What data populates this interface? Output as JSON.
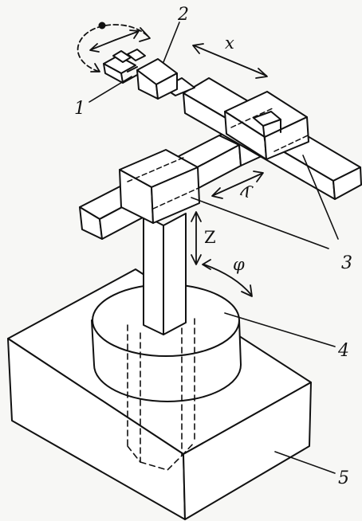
{
  "callouts": {
    "gripper": "1",
    "wrist": "2",
    "slides": "3",
    "turntable": "4",
    "base": "5"
  },
  "axes": {
    "x": "x",
    "y": "y",
    "z": "Z",
    "rotation": "φ"
  },
  "colors": {
    "ink": "#111111",
    "paper": "#f7f7f5"
  }
}
